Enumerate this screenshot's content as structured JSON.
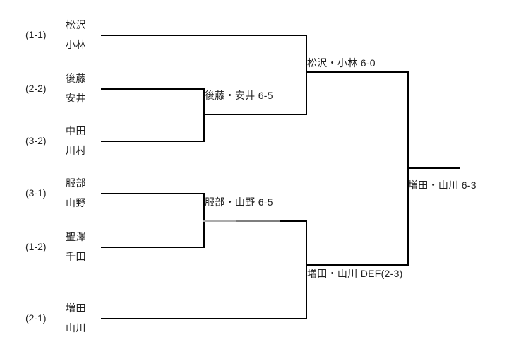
{
  "bracket": {
    "entries": [
      {
        "seed": "(1-1)",
        "player1": "松沢",
        "player2": "小林"
      },
      {
        "seed": "(2-2)",
        "player1": "後藤",
        "player2": "安井"
      },
      {
        "seed": "(3-2)",
        "player1": "中田",
        "player2": "川村"
      },
      {
        "seed": "(3-1)",
        "player1": "服部",
        "player2": "山野"
      },
      {
        "seed": "(1-2)",
        "player1": "聖澤",
        "player2": "千田"
      },
      {
        "seed": "(2-1)",
        "player1": "増田",
        "player2": "山川"
      }
    ],
    "results": {
      "qf_top": "後藤・安井 6-5",
      "qf_bottom": "服部・山野 6-5",
      "sf_top": "松沢・小林 6-0",
      "sf_bottom": "増田・山川 DEF(2-3)",
      "final": "増田・山川 6-3"
    },
    "colors": {
      "background": "#ffffff",
      "line": "#000000",
      "faded_line_light": "#ababab",
      "faded_line_dark": "#7e7e7e",
      "text": "#1f1f1f"
    }
  }
}
